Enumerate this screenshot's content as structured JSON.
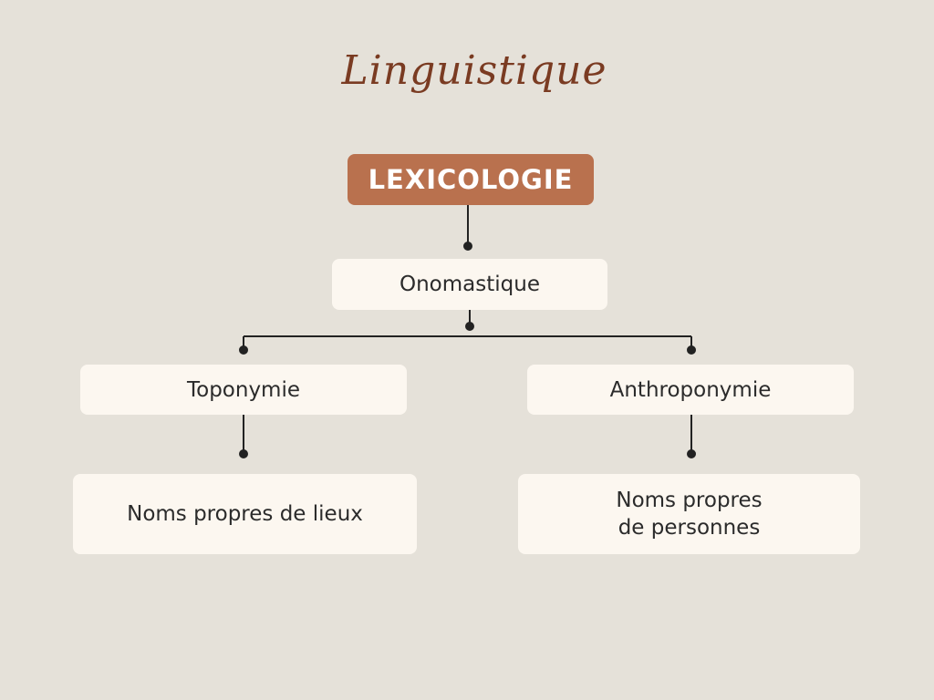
{
  "title": "Linguistique",
  "root": "LEXICOLOGIE",
  "level1": "Onomastique",
  "branches": [
    {
      "label": "Toponymie",
      "description": "Noms propres de lieux"
    },
    {
      "label": "Anthroponymie",
      "description_lines": [
        "Noms propres",
        "de personnes"
      ]
    }
  ],
  "colors": {
    "accent": "#b9714e",
    "title": "#7a3b22",
    "box": "#fcf7f0",
    "background": "#e5e1d9"
  }
}
